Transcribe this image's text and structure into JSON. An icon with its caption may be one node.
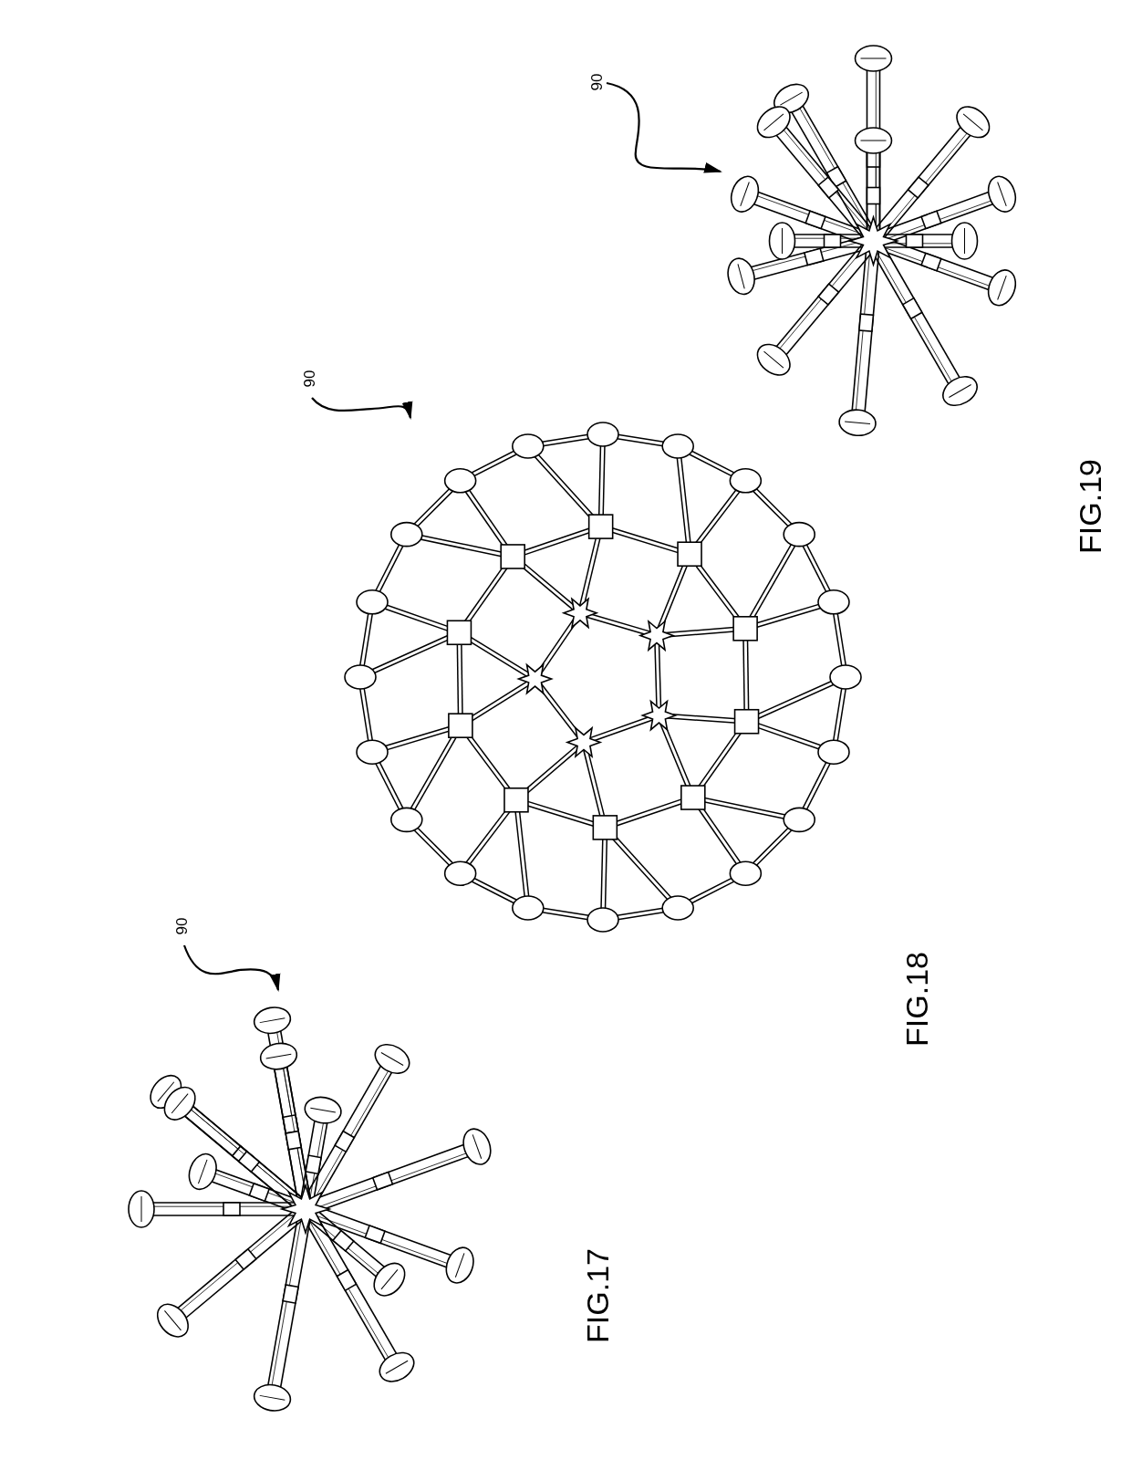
{
  "diagram": {
    "nodes": [
      {
        "text": [
          "90"
        ]
      },
      {
        "text": [],
        "shape": "picture",
        "beside": [
          "FIG.17"
        ]
      },
      {
        "text": [
          "90"
        ]
      },
      {
        "text": [],
        "shape": "picture",
        "beside": [
          "FIG.18"
        ]
      },
      {
        "text": [
          "90"
        ]
      },
      {
        "text": [],
        "shape": "picture",
        "beside": [
          "FIG.19"
        ]
      }
    ],
    "edges": [
      {
        "from": 0,
        "to": 1,
        "arrow": "to"
      },
      {
        "from": 2,
        "to": 3,
        "arrow": "to"
      },
      {
        "from": 4,
        "to": 5,
        "arrow": "to"
      }
    ]
  }
}
